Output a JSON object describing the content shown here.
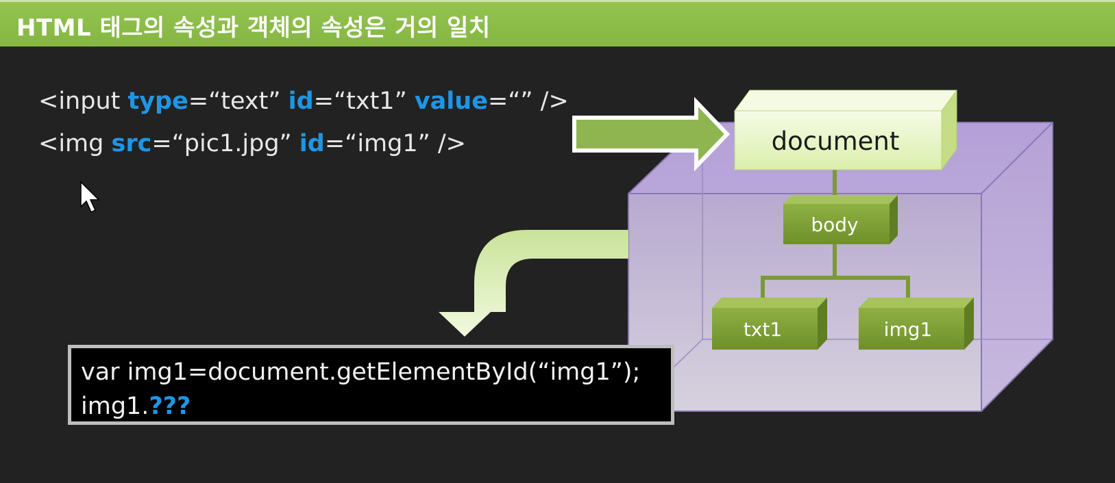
{
  "title": "HTML 태그의 속성과 객체의 속성은 거의 일치",
  "html_code": {
    "line1": {
      "p1": "<input ",
      "k1": "type",
      "p2": "=“text” ",
      "k2": "id",
      "p3": "=“txt1” ",
      "k3": "value",
      "p4": "=“” />"
    },
    "line2": {
      "p1": "<img ",
      "k1": "src",
      "p2": "=“pic1.jpg” ",
      "k2": "id",
      "p3": "=“img1” />"
    }
  },
  "diagram": {
    "root": "document",
    "child": "body",
    "leaves": [
      "txt1",
      "img1"
    ]
  },
  "js_code": {
    "line1": "var img1=document.getElementById(“img1”);",
    "line2_prefix": "img1.",
    "line2_highlight": "???"
  },
  "colors": {
    "title_bar": "#8cbe48",
    "keyword": "#1e96e6",
    "node_green": "#7a9a32",
    "document_node": "#eaf6c6",
    "cube": "#c9b8e6"
  }
}
